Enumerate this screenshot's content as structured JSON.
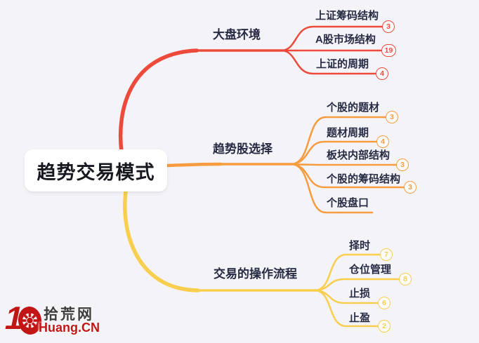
{
  "colors": {
    "background": "#f4f4f8",
    "branch_red": "#ee4a3c",
    "branch_orange": "#f79c3e",
    "branch_yellow": "#f8ce4f",
    "label_text": "#262b43",
    "root_text": "#15181f"
  },
  "root": {
    "label": "趋势交易模式"
  },
  "branches": [
    {
      "label": "大盘环境",
      "color": "#ee4a3c",
      "children": [
        {
          "label": "上证筹码结构",
          "badge": "3"
        },
        {
          "label": "A股市场结构",
          "badge": "19"
        },
        {
          "label": "上证的周期",
          "badge": "4"
        }
      ]
    },
    {
      "label": "趋势股选择",
      "color": "#f79c3e",
      "children": [
        {
          "label": "个股的题材",
          "badge": "3"
        },
        {
          "label": "题材周期",
          "badge": "4"
        },
        {
          "label": "板块内部结构",
          "badge": "3"
        },
        {
          "label": "个股的筹码结构",
          "badge": "3"
        },
        {
          "label": "个股盘口"
        }
      ]
    },
    {
      "label": "交易的操作流程",
      "color": "#f8ce4f",
      "children": [
        {
          "label": "择时",
          "badge": "7"
        },
        {
          "label": "仓位管理",
          "badge": "8"
        },
        {
          "label": "止损",
          "badge": "6"
        },
        {
          "label": "止盈",
          "badge": "2"
        }
      ]
    }
  ],
  "watermark": {
    "prefix_digit": "1",
    "gear_icon": "gear-icon",
    "site_name": "拾荒网",
    "domain": "Huang.CN",
    "brand_red": "#c21616",
    "site_name_color": "#3d3d3d"
  }
}
